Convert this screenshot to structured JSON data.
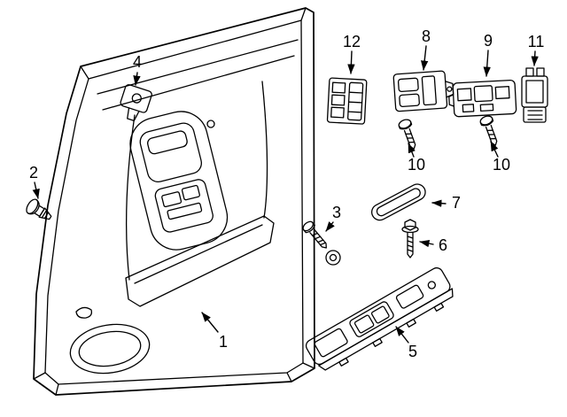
{
  "diagram": {
    "type": "exploded-parts-diagram",
    "subject": "front-door-trim-panel",
    "background_color": "#ffffff",
    "line_color": "#000000",
    "callouts": [
      {
        "label": "1"
      },
      {
        "label": "2"
      },
      {
        "label": "3"
      },
      {
        "label": "4"
      },
      {
        "label": "5"
      },
      {
        "label": "6"
      },
      {
        "label": "7"
      },
      {
        "label": "8"
      },
      {
        "label": "9"
      },
      {
        "label": "10"
      },
      {
        "label": "10"
      },
      {
        "label": "11"
      },
      {
        "label": "12"
      }
    ]
  }
}
